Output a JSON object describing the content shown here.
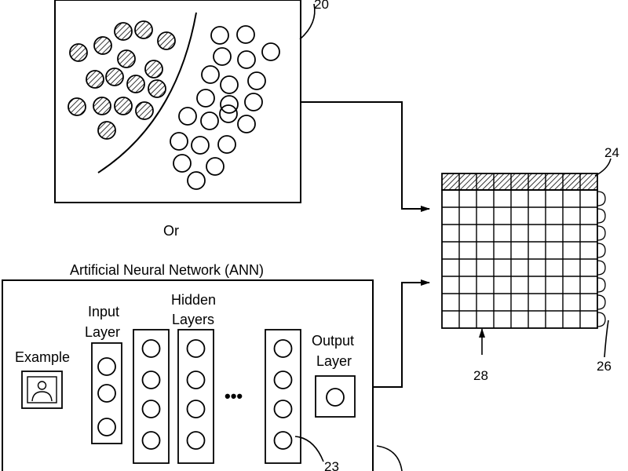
{
  "or_label": "Or",
  "ann": {
    "title": "Artificial Neural Network (ANN)",
    "example_label": "Example",
    "input_layer_label_1": "Input",
    "input_layer_label_2": "Layer",
    "hidden_layers_label_1": "Hidden",
    "hidden_layers_label_2": "Layers",
    "ellipsis": "•••",
    "output_layer_label_1": "Output",
    "output_layer_label_2": "Layer"
  },
  "refs": {
    "classifier_plot": "20",
    "ann_neuron": "23",
    "matrix_header": "24",
    "matrix_rows": "26",
    "matrix_bottom": "28"
  },
  "styles": {
    "line_color": "#000000",
    "hatch_color": "#000000"
  }
}
